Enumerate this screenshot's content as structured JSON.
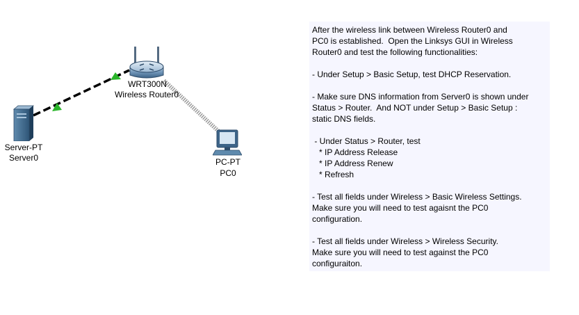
{
  "devices": {
    "router": {
      "model": "WRT300N",
      "name": "Wireless Router0"
    },
    "server": {
      "model": "Server-PT",
      "name": "Server0"
    },
    "pc": {
      "model": "PC-PT",
      "name": "PC0"
    }
  },
  "links": {
    "server_router": {
      "type": "copper-straight-through",
      "status_color": "#2ab52a"
    },
    "router_pc": {
      "type": "wireless"
    }
  },
  "note": {
    "text": "After the wireless link between Wireless Router0 and\nPC0 is established.  Open the Linksys GUI in Wireless\nRouter0 and test the following functionalities:\n\n- Under Setup > Basic Setup, test DHCP Reservation.\n\n- Make sure DNS information from Server0 is shown under\nStatus > Router.  And NOT under Setup > Basic Setup :\nstatic DNS fields.\n\n - Under Status > Router, test\n   * IP Address Release\n   * IP Address Renew\n   * Refresh\n\n- Test all fields under Wireless > Basic Wireless Settings.\nMake sure you will need to test agaisnt the PC0\nconfiguration.\n\n- Test all fields under Wireless > Wireless Security.\nMake sure you will need to test against the PC0\nconfiguraiton."
  }
}
